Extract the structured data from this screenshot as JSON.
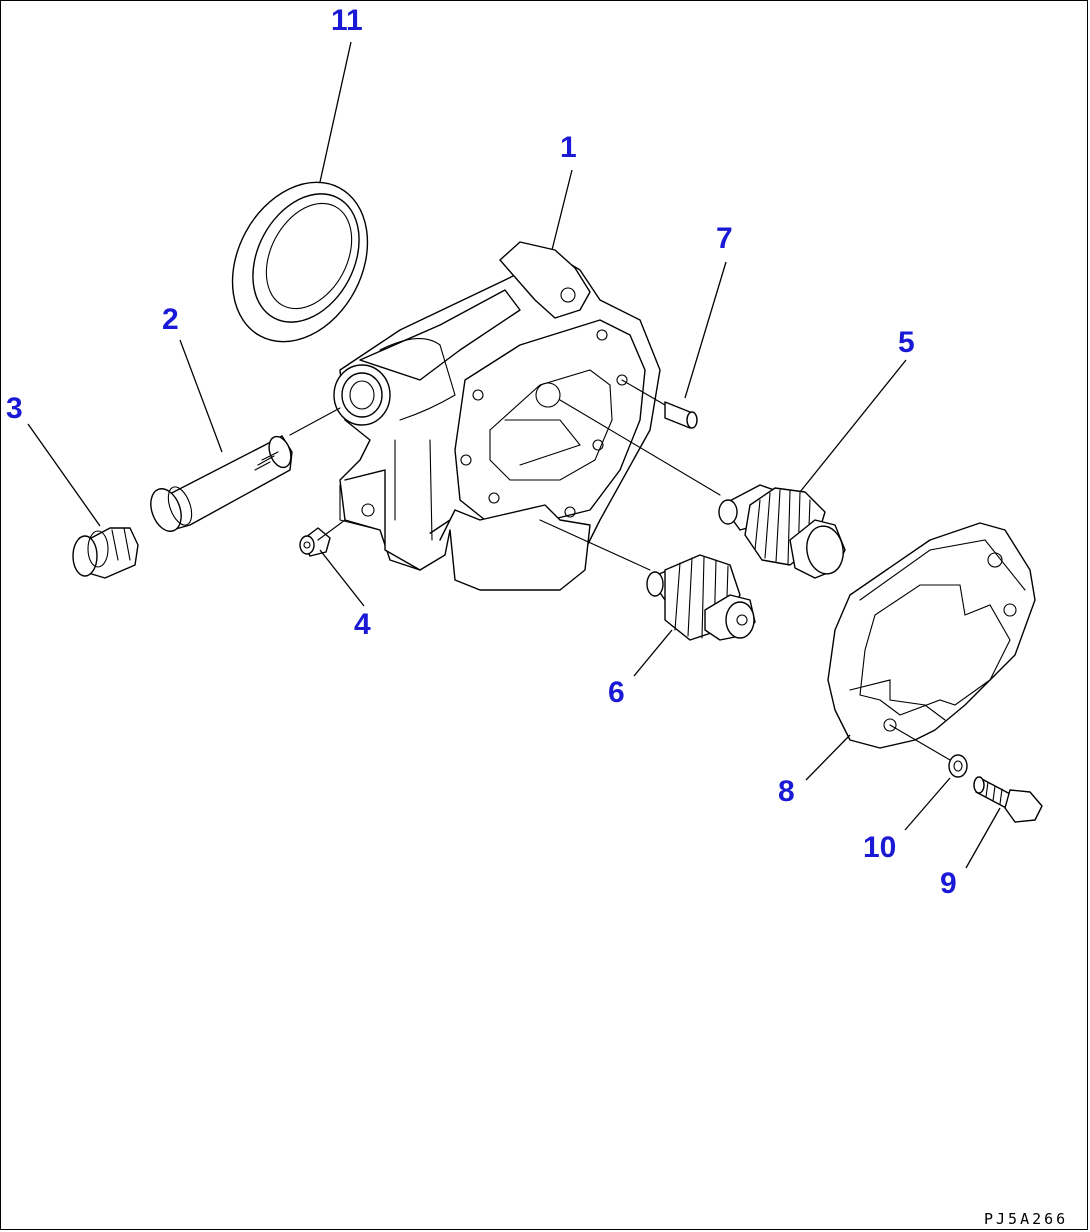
{
  "diagram": {
    "callouts": [
      {
        "id": "1",
        "label": "1"
      },
      {
        "id": "2",
        "label": "2"
      },
      {
        "id": "3",
        "label": "3"
      },
      {
        "id": "4",
        "label": "4"
      },
      {
        "id": "5",
        "label": "5"
      },
      {
        "id": "6",
        "label": "6"
      },
      {
        "id": "7",
        "label": "7"
      },
      {
        "id": "8",
        "label": "8"
      },
      {
        "id": "9",
        "label": "9"
      },
      {
        "id": "10",
        "label": "10"
      },
      {
        "id": "11",
        "label": "11"
      }
    ],
    "drawing_code": "PJ5A266",
    "colors": {
      "callout": "#1a1ad6",
      "line": "#000000",
      "background": "#ffffff"
    }
  }
}
